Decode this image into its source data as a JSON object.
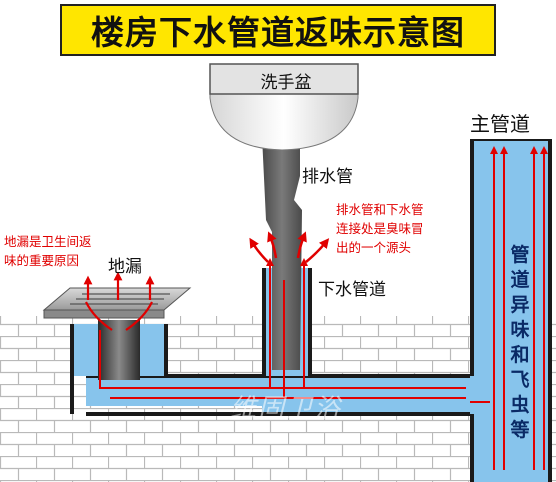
{
  "title": "楼房下水管道返味示意图",
  "labels": {
    "basin": "洗手盆",
    "main_pipe": "主管道",
    "drain_pipe": "排水管",
    "down_pipe": "下水管道",
    "floor_drain": "地漏"
  },
  "notes": {
    "floor_drain_note": [
      "地漏是卫生间返",
      "味的重要原因"
    ],
    "joint_note": [
      "排水管和下水管",
      "连接处是臭味冒",
      "出的一个源头"
    ],
    "main_pipe_note": "管道异味和飞虫等"
  },
  "watermark": "维固卫浴",
  "colors": {
    "title_bg": "#ffe600",
    "water": "#87c4ec",
    "pipe_wall": "#1a1a1a",
    "odor_arrow": "#e00000",
    "brick_mortar": "#b9b9b9",
    "note_text": "#e00000",
    "main_pipe_text": "#0a2a66"
  }
}
